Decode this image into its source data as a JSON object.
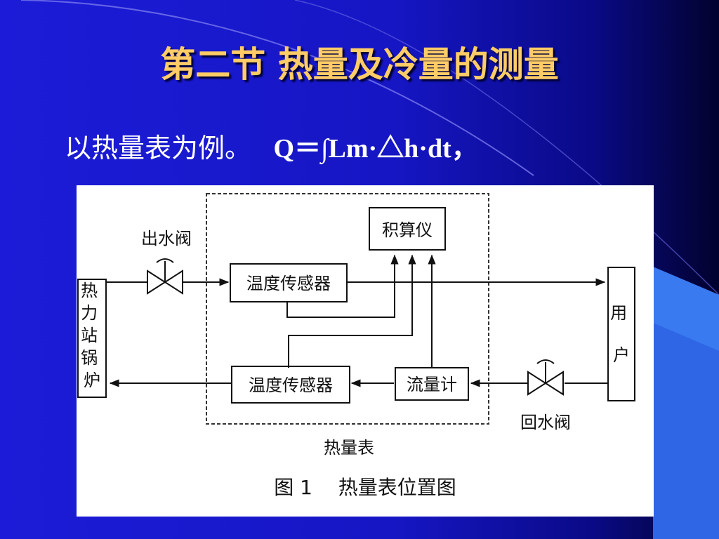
{
  "slide": {
    "title": "第二节 热量及冷量的测量",
    "intro": "以热量表为例。",
    "formula": "Q＝∫Lm·△h·dt，"
  },
  "diagram": {
    "labels": {
      "outlet_valve": "出水阀",
      "return_valve": "回水阀",
      "integrator": "积算仪",
      "temp_sensor_supply": "温度传感器",
      "temp_sensor_return": "温度传感器",
      "flow_meter": "流量计",
      "boiler": [
        "热",
        "力",
        "站",
        "锅",
        "炉"
      ],
      "user": [
        "用",
        "户"
      ],
      "heat_meter": "热量表",
      "caption": "图 1　 热量表位置图"
    }
  },
  "colors": {
    "title": "#ffcc66",
    "text": "#ffffff",
    "background": "#1616c4"
  }
}
